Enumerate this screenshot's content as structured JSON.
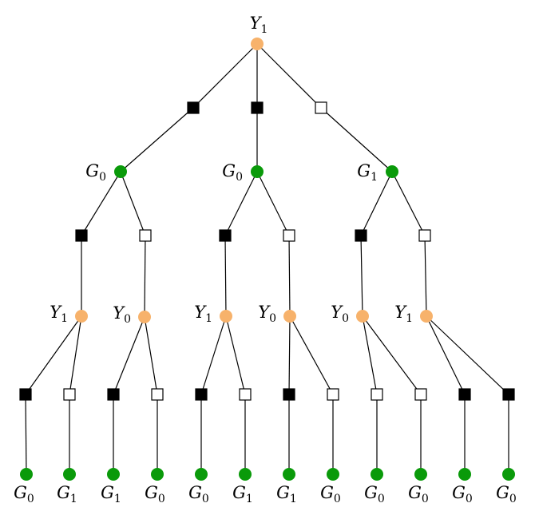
{
  "colors": {
    "Y_node": "#f7b26b",
    "G_node": "#0a9a0a",
    "black_square": "#000000",
    "white_square": "#ffffff",
    "edge": "#000000"
  },
  "root": {
    "id": "root",
    "label": "Y",
    "sub": "1",
    "kind": "Y"
  },
  "level1_squares": [
    {
      "id": "s1a",
      "fill": "black"
    },
    {
      "id": "s1b",
      "fill": "black"
    },
    {
      "id": "s1c",
      "fill": "white"
    }
  ],
  "level2_nodes": [
    {
      "id": "g1",
      "label": "G",
      "sub": "0",
      "kind": "G"
    },
    {
      "id": "g2",
      "label": "G",
      "sub": "0",
      "kind": "G"
    },
    {
      "id": "g3",
      "label": "G",
      "sub": "1",
      "kind": "G"
    }
  ],
  "level3_squares": [
    {
      "id": "s3a",
      "fill": "black"
    },
    {
      "id": "s3b",
      "fill": "white"
    },
    {
      "id": "s3c",
      "fill": "black"
    },
    {
      "id": "s3d",
      "fill": "white"
    },
    {
      "id": "s3e",
      "fill": "black"
    },
    {
      "id": "s3f",
      "fill": "white"
    }
  ],
  "level4_nodes": [
    {
      "id": "y1",
      "label": "Y",
      "sub": "1",
      "kind": "Y"
    },
    {
      "id": "y2",
      "label": "Y",
      "sub": "0",
      "kind": "Y"
    },
    {
      "id": "y3",
      "label": "Y",
      "sub": "1",
      "kind": "Y"
    },
    {
      "id": "y4",
      "label": "Y",
      "sub": "0",
      "kind": "Y"
    },
    {
      "id": "y5",
      "label": "Y",
      "sub": "0",
      "kind": "Y"
    },
    {
      "id": "y6",
      "label": "Y",
      "sub": "1",
      "kind": "Y"
    }
  ],
  "level5_squares": [
    {
      "id": "s5a",
      "fill": "black"
    },
    {
      "id": "s5b",
      "fill": "white"
    },
    {
      "id": "s5c",
      "fill": "black"
    },
    {
      "id": "s5d",
      "fill": "white"
    },
    {
      "id": "s5e",
      "fill": "black"
    },
    {
      "id": "s5f",
      "fill": "white"
    },
    {
      "id": "s5g",
      "fill": "black"
    },
    {
      "id": "s5h",
      "fill": "white"
    },
    {
      "id": "s5i",
      "fill": "white"
    },
    {
      "id": "s5j",
      "fill": "white"
    },
    {
      "id": "s5k",
      "fill": "black"
    },
    {
      "id": "s5l",
      "fill": "black"
    }
  ],
  "leaves": [
    {
      "id": "l1",
      "label": "G",
      "sub": "0"
    },
    {
      "id": "l2",
      "label": "G",
      "sub": "1"
    },
    {
      "id": "l3",
      "label": "G",
      "sub": "1"
    },
    {
      "id": "l4",
      "label": "G",
      "sub": "0"
    },
    {
      "id": "l5",
      "label": "G",
      "sub": "0"
    },
    {
      "id": "l6",
      "label": "G",
      "sub": "1"
    },
    {
      "id": "l7",
      "label": "G",
      "sub": "1"
    },
    {
      "id": "l8",
      "label": "G",
      "sub": "0"
    },
    {
      "id": "l9",
      "label": "G",
      "sub": "0"
    },
    {
      "id": "l10",
      "label": "G",
      "sub": "0"
    },
    {
      "id": "l11",
      "label": "G",
      "sub": "0"
    },
    {
      "id": "l12",
      "label": "G",
      "sub": "0"
    }
  ]
}
